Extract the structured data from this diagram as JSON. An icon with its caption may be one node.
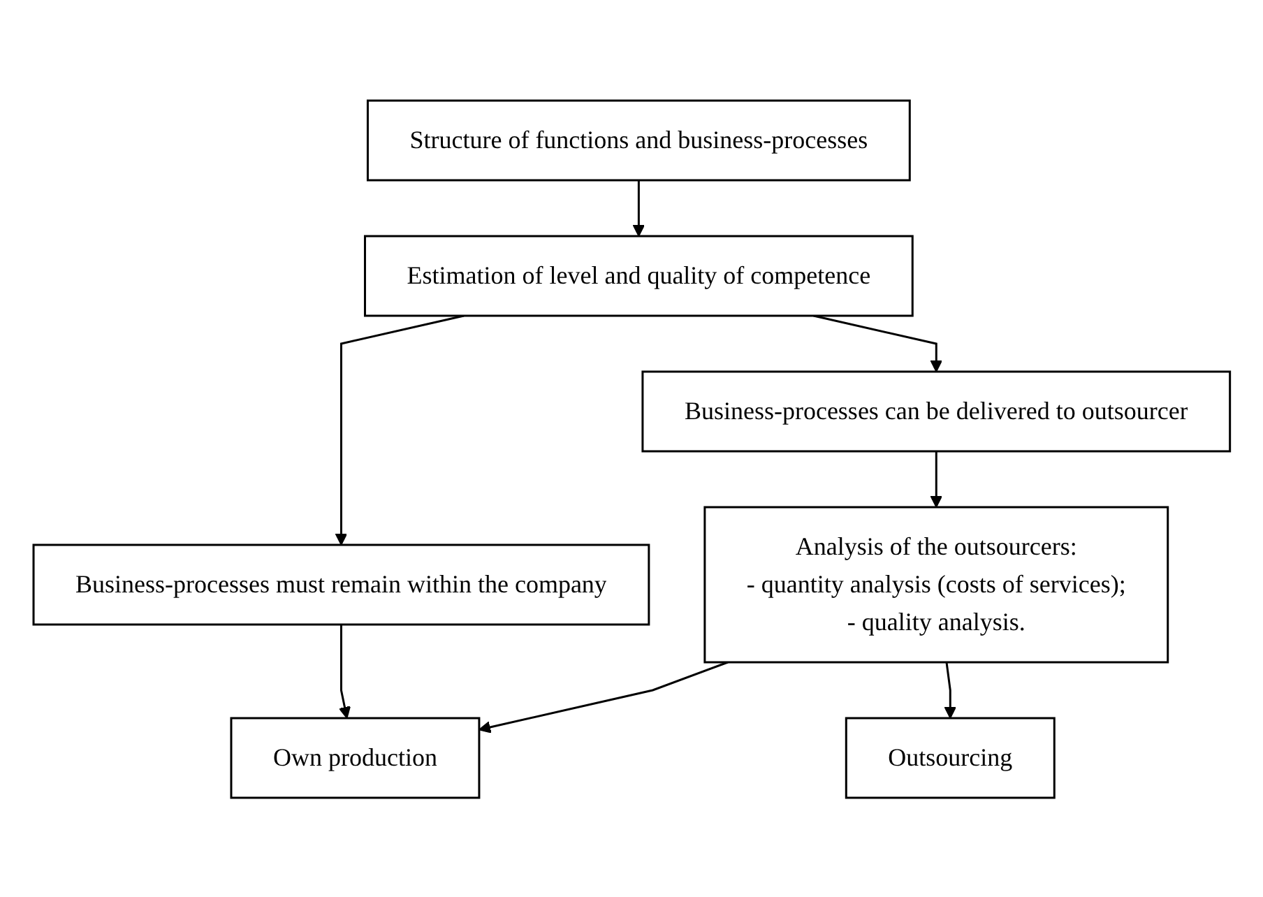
{
  "diagram": {
    "nodes": [
      {
        "text": [
          "Structure of functions and business-processes"
        ]
      },
      {
        "text": [
          "Estimation of level and quality of competence"
        ]
      },
      {
        "text": [
          "Business-processes must remain within the company"
        ]
      },
      {
        "text": [
          "Business-processes can be delivered to outsourcer"
        ]
      },
      {
        "text": [
          "Analysis of the outsourcers:",
          "- quantity analysis (costs of services);",
          "- quality analysis."
        ]
      },
      {
        "text": [
          "Own production"
        ]
      },
      {
        "text": [
          "Outsourcing"
        ]
      }
    ],
    "edges": [
      {
        "from": 0,
        "to": 1,
        "arrow": "to"
      },
      {
        "from": 1,
        "to": 2,
        "arrow": "to"
      },
      {
        "from": 1,
        "to": 3,
        "arrow": "to"
      },
      {
        "from": 3,
        "to": 4,
        "arrow": "to"
      },
      {
        "from": 2,
        "to": 5,
        "arrow": "to"
      },
      {
        "from": 4,
        "to": 5,
        "arrow": "to"
      },
      {
        "from": 4,
        "to": 6,
        "arrow": "to"
      }
    ]
  }
}
